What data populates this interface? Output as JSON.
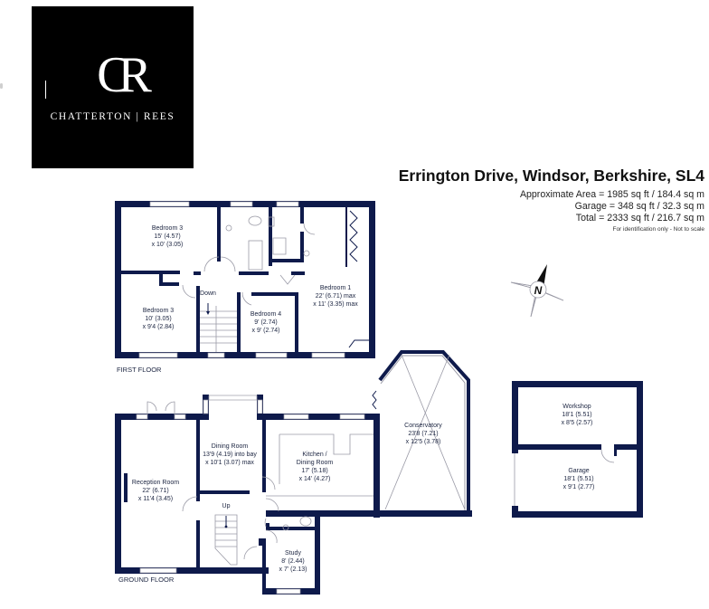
{
  "brand": {
    "monogram": "CR",
    "name": "CHATTERTON | REES"
  },
  "header": {
    "title": "Errington Drive, Windsor, Berkshire, SL4",
    "areas": [
      "Approximate Area = 1985 sq ft / 184.4 sq m",
      "Garage = 348 sq ft / 32.3 sq m",
      "Total = 2333 sq ft / 216.7 sq m"
    ],
    "disclaimer": "For identification only - Not to scale"
  },
  "compass": {
    "label": "N",
    "icon": "north-compass-icon"
  },
  "colors": {
    "wall": "#0e1a4b",
    "text": "#1b2440",
    "logo_bg": "#000000"
  },
  "floors": {
    "first": {
      "label": "FIRST FLOOR",
      "stairs_label": "Down",
      "rooms": [
        {
          "name": "Bedroom 3",
          "dim1": "15' (4.57)",
          "dim2": "x 10' (3.05)"
        },
        {
          "name": "Bedroom 3",
          "dim1": "10' (3.05)",
          "dim2": "x 9'4 (2.84)"
        },
        {
          "name": "Bedroom 4",
          "dim1": "9' (2.74)",
          "dim2": "x 9' (2.74)"
        },
        {
          "name": "Bedroom 1",
          "dim1": "22' (6.71) max",
          "dim2": "x 11' (3.35) max"
        }
      ]
    },
    "ground": {
      "label": "GROUND FLOOR",
      "stairs_label": "Up",
      "rooms": [
        {
          "name": "Reception Room",
          "dim1": "22' (6.71)",
          "dim2": "x 11'4 (3.45)"
        },
        {
          "name": "Dining Room",
          "dim1": "13'9 (4.19) into bay",
          "dim2": "x 10'1 (3.07) max"
        },
        {
          "name": "Kitchen /",
          "dim1": "Dining Room",
          "dim2": "17' (5.18)",
          "dim3": "x 14' (4.27)"
        },
        {
          "name": "Study",
          "dim1": "8' (2.44)",
          "dim2": "x 7' (2.13)"
        },
        {
          "name": "Conservatory",
          "dim1": "23'8 (7.21)",
          "dim2": "x 12'5 (3.78)"
        }
      ]
    },
    "garage": {
      "rooms": [
        {
          "name": "Workshop",
          "dim1": "18'1 (5.51)",
          "dim2": "x 8'5 (2.57)"
        },
        {
          "name": "Garage",
          "dim1": "18'1 (5.51)",
          "dim2": "x 9'1 (2.77)"
        }
      ]
    }
  }
}
